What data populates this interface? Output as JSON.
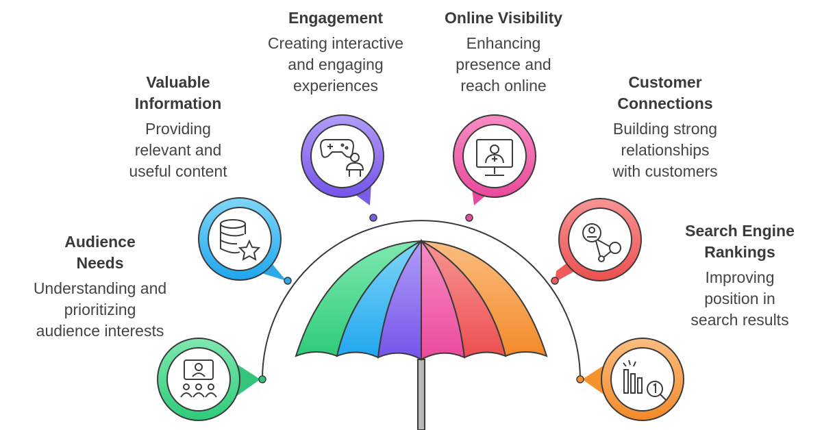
{
  "items": [
    {
      "key": "audience-needs",
      "title_lines": [
        "Audience",
        "Needs"
      ],
      "description": "Understanding and\nprioritizing\naudience interests",
      "color": "#34c47c",
      "icon": "audience-icon"
    },
    {
      "key": "valuable-information",
      "title_lines": [
        "Valuable",
        "Information"
      ],
      "description": "Providing\nrelevant and\nuseful content",
      "color": "#2ea8e6",
      "icon": "database-star-icon"
    },
    {
      "key": "engagement",
      "title_lines": [
        "Engagement"
      ],
      "description": "Creating interactive\nand engaging\nexperiences",
      "color": "#7a5ce8",
      "icon": "gamepad-person-icon"
    },
    {
      "key": "online-visibility",
      "title_lines": [
        "Online Visibility"
      ],
      "description": "Enhancing\npresence and\nreach online",
      "color": "#e84aa0",
      "icon": "monitor-user-icon"
    },
    {
      "key": "customer-connections",
      "title_lines": [
        "Customer",
        "Connections"
      ],
      "description": "Building strong\nrelationships\nwith customers",
      "color": "#ef5a5a",
      "icon": "user-network-icon"
    },
    {
      "key": "search-engine-rankings",
      "title_lines": [
        "Search Engine",
        "Rankings"
      ],
      "description": "Improving\nposition in\nsearch results",
      "color": "#f5922e",
      "icon": "ranking-chart-icon"
    }
  ],
  "umbrella_colors": [
    "#3fd08a",
    "#33b8ec",
    "#8f6cf0",
    "#f05aa8",
    "#f36a6a",
    "#f8a04a"
  ]
}
